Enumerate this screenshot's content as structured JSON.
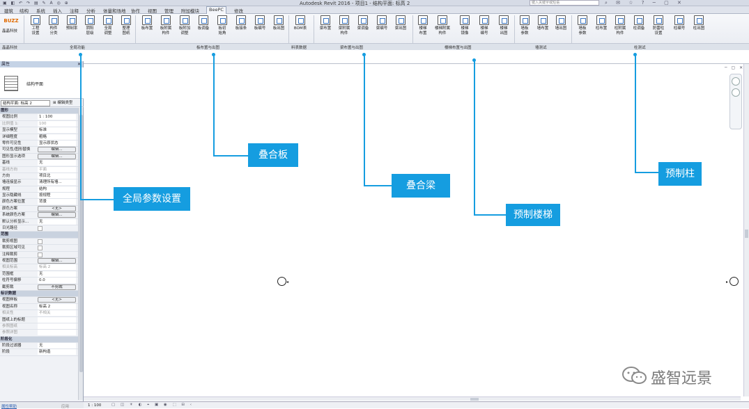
{
  "window": {
    "app_title": "Autodesk Revit 2016 -    项目1 - 结构平面: 标高 2",
    "search_placeholder": "键入关键字或短语"
  },
  "ribbon_tabs": [
    "建筑",
    "结构",
    "系统",
    "插入",
    "注释",
    "分析",
    "体量和场地",
    "协作",
    "视图",
    "管理",
    "附加模块",
    "BeePC",
    "修改"
  ],
  "active_tab": "BeePC",
  "ribbon": {
    "buzz_logo": "BUZZ",
    "buzz_label": "晶晶科技",
    "buttons": [
      {
        "id": "b1",
        "label": "工程\n设置"
      },
      {
        "id": "b2",
        "label": "构件\n分类"
      },
      {
        "id": "b3",
        "label": "预制率"
      },
      {
        "id": "b4",
        "label": "阴阳\n层级"
      },
      {
        "id": "b5",
        "label": "全局\n调整"
      },
      {
        "id": "b6",
        "label": "整理\n图纸"
      },
      {
        "id": "b7",
        "label": "板布置"
      },
      {
        "id": "b8",
        "label": "板附属\n构件"
      },
      {
        "id": "b9",
        "label": "板附加\n调整"
      },
      {
        "id": "b10",
        "label": "板调备"
      },
      {
        "id": "b11",
        "label": "板初\n始角"
      },
      {
        "id": "b12",
        "label": "板接条"
      },
      {
        "id": "b13",
        "label": "板编号"
      },
      {
        "id": "b14",
        "label": "板出图"
      },
      {
        "id": "b15",
        "label": "BOM表"
      },
      {
        "id": "b16",
        "label": "梁布置"
      },
      {
        "id": "b17",
        "label": "梁附属\n构件"
      },
      {
        "id": "b18",
        "label": "梁调备"
      },
      {
        "id": "b19",
        "label": "梁编号"
      },
      {
        "id": "b20",
        "label": "梁出图"
      },
      {
        "id": "b21",
        "label": "楼梯\n布置"
      },
      {
        "id": "b22",
        "label": "楼梯附属\n构件"
      },
      {
        "id": "b23",
        "label": "楼梯\n镜像"
      },
      {
        "id": "b24",
        "label": "楼梯\n编号"
      },
      {
        "id": "b25",
        "label": "楼梯\n出图"
      },
      {
        "id": "b26",
        "label": "墙板\n参数"
      },
      {
        "id": "b27",
        "label": "墙布置"
      },
      {
        "id": "b28",
        "label": "墙出图"
      },
      {
        "id": "b29",
        "label": "墙板\n参数"
      },
      {
        "id": "b30",
        "label": "柱布置"
      },
      {
        "id": "b31",
        "label": "柱附属\n构件"
      },
      {
        "id": "b32",
        "label": "柱调备"
      },
      {
        "id": "b33",
        "label": "防雷柱\n设置"
      },
      {
        "id": "b34",
        "label": "柱编号"
      },
      {
        "id": "b35",
        "label": "柱出图"
      }
    ],
    "groups": [
      {
        "id": "g0",
        "label": "晶晶科技"
      },
      {
        "id": "g1",
        "label": "全局功能"
      },
      {
        "id": "g2",
        "label": "板布置与出图"
      },
      {
        "id": "g3",
        "label": "料表数据"
      },
      {
        "id": "g4",
        "label": "梁布置与出图"
      },
      {
        "id": "g5",
        "label": "楼梯布置与出图"
      },
      {
        "id": "g6",
        "label": "墙测试"
      },
      {
        "id": "g7",
        "label": "柱测试"
      }
    ]
  },
  "properties": {
    "header": "属性",
    "type_name": "结构平面",
    "view_selector": "结构平面: 标高 2",
    "edit_type": "编辑类型",
    "rows": [
      {
        "kind": "sec",
        "k": "图形"
      },
      {
        "k": "视图比例",
        "v": "1 : 100"
      },
      {
        "k": "比例值 1:",
        "v": "100",
        "dim": true
      },
      {
        "k": "显示模型",
        "v": "标准"
      },
      {
        "k": "详细程度",
        "v": "粗略"
      },
      {
        "k": "零件可见性",
        "v": "显示原状态"
      },
      {
        "k": "可见性/图形替换",
        "v": "编辑...",
        "btn": true
      },
      {
        "k": "图形显示选项",
        "v": "编辑...",
        "btn": true
      },
      {
        "k": "基线",
        "v": "无"
      },
      {
        "k": "基线方向",
        "v": "平面",
        "dim": true
      },
      {
        "k": "方向",
        "v": "项目北"
      },
      {
        "k": "墙连接显示",
        "v": "清理所有墙..."
      },
      {
        "k": "规程",
        "v": "结构"
      },
      {
        "k": "显示隐藏线",
        "v": "按规程"
      },
      {
        "k": "颜色方案位置",
        "v": "背景"
      },
      {
        "k": "颜色方案",
        "v": "<无>",
        "btn": true
      },
      {
        "k": "系统颜色方案",
        "v": "编辑...",
        "btn": true
      },
      {
        "k": "默认分析显示...",
        "v": "无"
      },
      {
        "k": "日光路径",
        "v": "",
        "cb": true
      },
      {
        "kind": "sec",
        "k": "范围"
      },
      {
        "k": "裁剪视图",
        "v": "",
        "cb": true
      },
      {
        "k": "裁剪区域可见",
        "v": "",
        "cb": true
      },
      {
        "k": "注释裁剪",
        "v": "",
        "cb": true
      },
      {
        "k": "视图范围",
        "v": "编辑...",
        "btn": true
      },
      {
        "k": "相关标高",
        "v": "标高 2",
        "dim": true
      },
      {
        "k": "范围框",
        "v": "无"
      },
      {
        "k": "柱符号偏移",
        "v": "0.0"
      },
      {
        "k": "截剪裁",
        "v": "不剪裁",
        "btn": true
      },
      {
        "kind": "sec",
        "k": "标识数据"
      },
      {
        "k": "视图样板",
        "v": "<无>",
        "btn": true
      },
      {
        "k": "视图名称",
        "v": "标高 2"
      },
      {
        "k": "相关性",
        "v": "不相关",
        "dim": true
      },
      {
        "k": "图纸上的标题",
        "v": ""
      },
      {
        "k": "参照图纸",
        "v": "",
        "dim": true
      },
      {
        "k": "参照详图",
        "v": "",
        "dim": true
      },
      {
        "kind": "sec",
        "k": "阶段化"
      },
      {
        "k": "阶段过滤器",
        "v": "无"
      },
      {
        "k": "阶段",
        "v": "新构造"
      }
    ],
    "help_link": "属性帮助",
    "apply_label": "应用"
  },
  "statusbar": {
    "scale": "1 : 100"
  },
  "callouts": [
    {
      "id": "c1",
      "text": "全局参数设置"
    },
    {
      "id": "c2",
      "text": "叠合板"
    },
    {
      "id": "c3",
      "text": "叠合梁"
    },
    {
      "id": "c4",
      "text": "预制楼梯"
    },
    {
      "id": "c5",
      "text": "预制柱"
    }
  ],
  "watermark": "盛智远景",
  "colors": {
    "accent": "#159de0",
    "ribbon_bg": "#eef0f5",
    "panel_bg": "#f0f2f6"
  }
}
